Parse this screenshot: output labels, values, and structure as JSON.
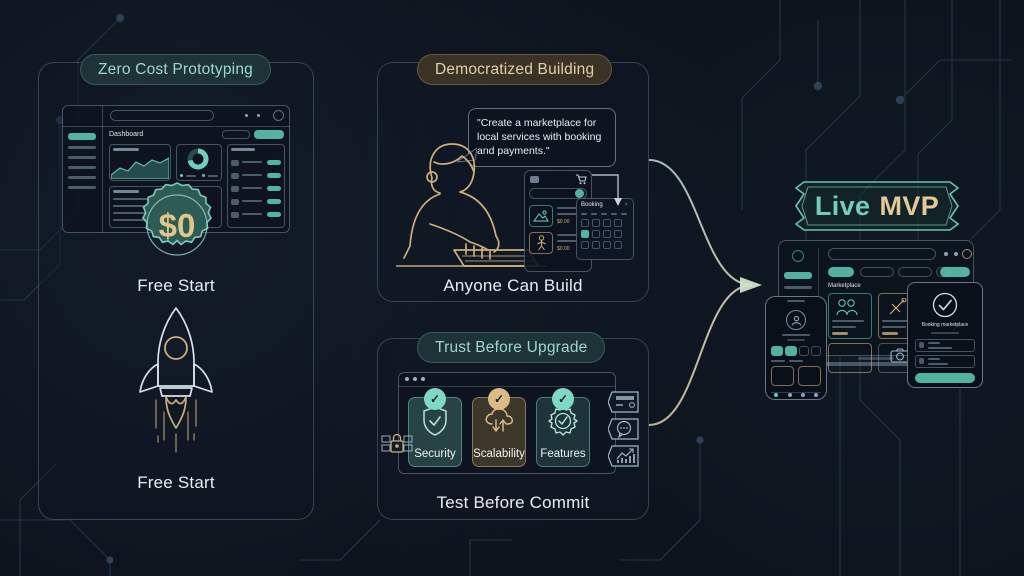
{
  "theme": {
    "bg": "#0b1019",
    "teal": "#5ecfb8",
    "teal_text": "#9fd6cb",
    "gold": "#cdae7d",
    "gold_text": "#e3cfa6",
    "text": "#e9edf2",
    "panel_border": "#96acbe"
  },
  "panels": {
    "zero_cost": {
      "badge": "Zero Cost Prototyping",
      "caption_top": "Free Start",
      "caption_bottom": "Free Start",
      "seal_value": "$0",
      "dashboard": {
        "title": "Dashboard"
      }
    },
    "democratized": {
      "badge": "Democratized Building",
      "caption": "Anyone Can Build",
      "speech": "\"Create a marketplace for local services with booking and payments.\"",
      "mock": {
        "panel_title": "Booking",
        "price_1": "$0.00",
        "price_2": "$0.00"
      }
    },
    "trust": {
      "badge": "Trust Before Upgrade",
      "caption": "Test Before Commit",
      "cards": [
        {
          "label": "Security",
          "icon": "shield-check-icon",
          "check": "teal"
        },
        {
          "label": "Scalability",
          "icon": "cloud-sync-icon",
          "check": "gold"
        },
        {
          "label": "Features",
          "icon": "gear-check-icon",
          "check": "teal"
        }
      ],
      "side_icons": [
        "credit-card-icon",
        "chat-bubble-icon",
        "analytics-chart-icon"
      ],
      "corner_icon": "lock-icon"
    }
  },
  "result": {
    "banner_primary": "Live",
    "banner_secondary": "MVP",
    "laptop": {
      "section_title": "Marketplace"
    },
    "tablet": {
      "title": "Booking marketplace"
    }
  },
  "icons": {
    "check": "✓",
    "arrow": "▶"
  }
}
